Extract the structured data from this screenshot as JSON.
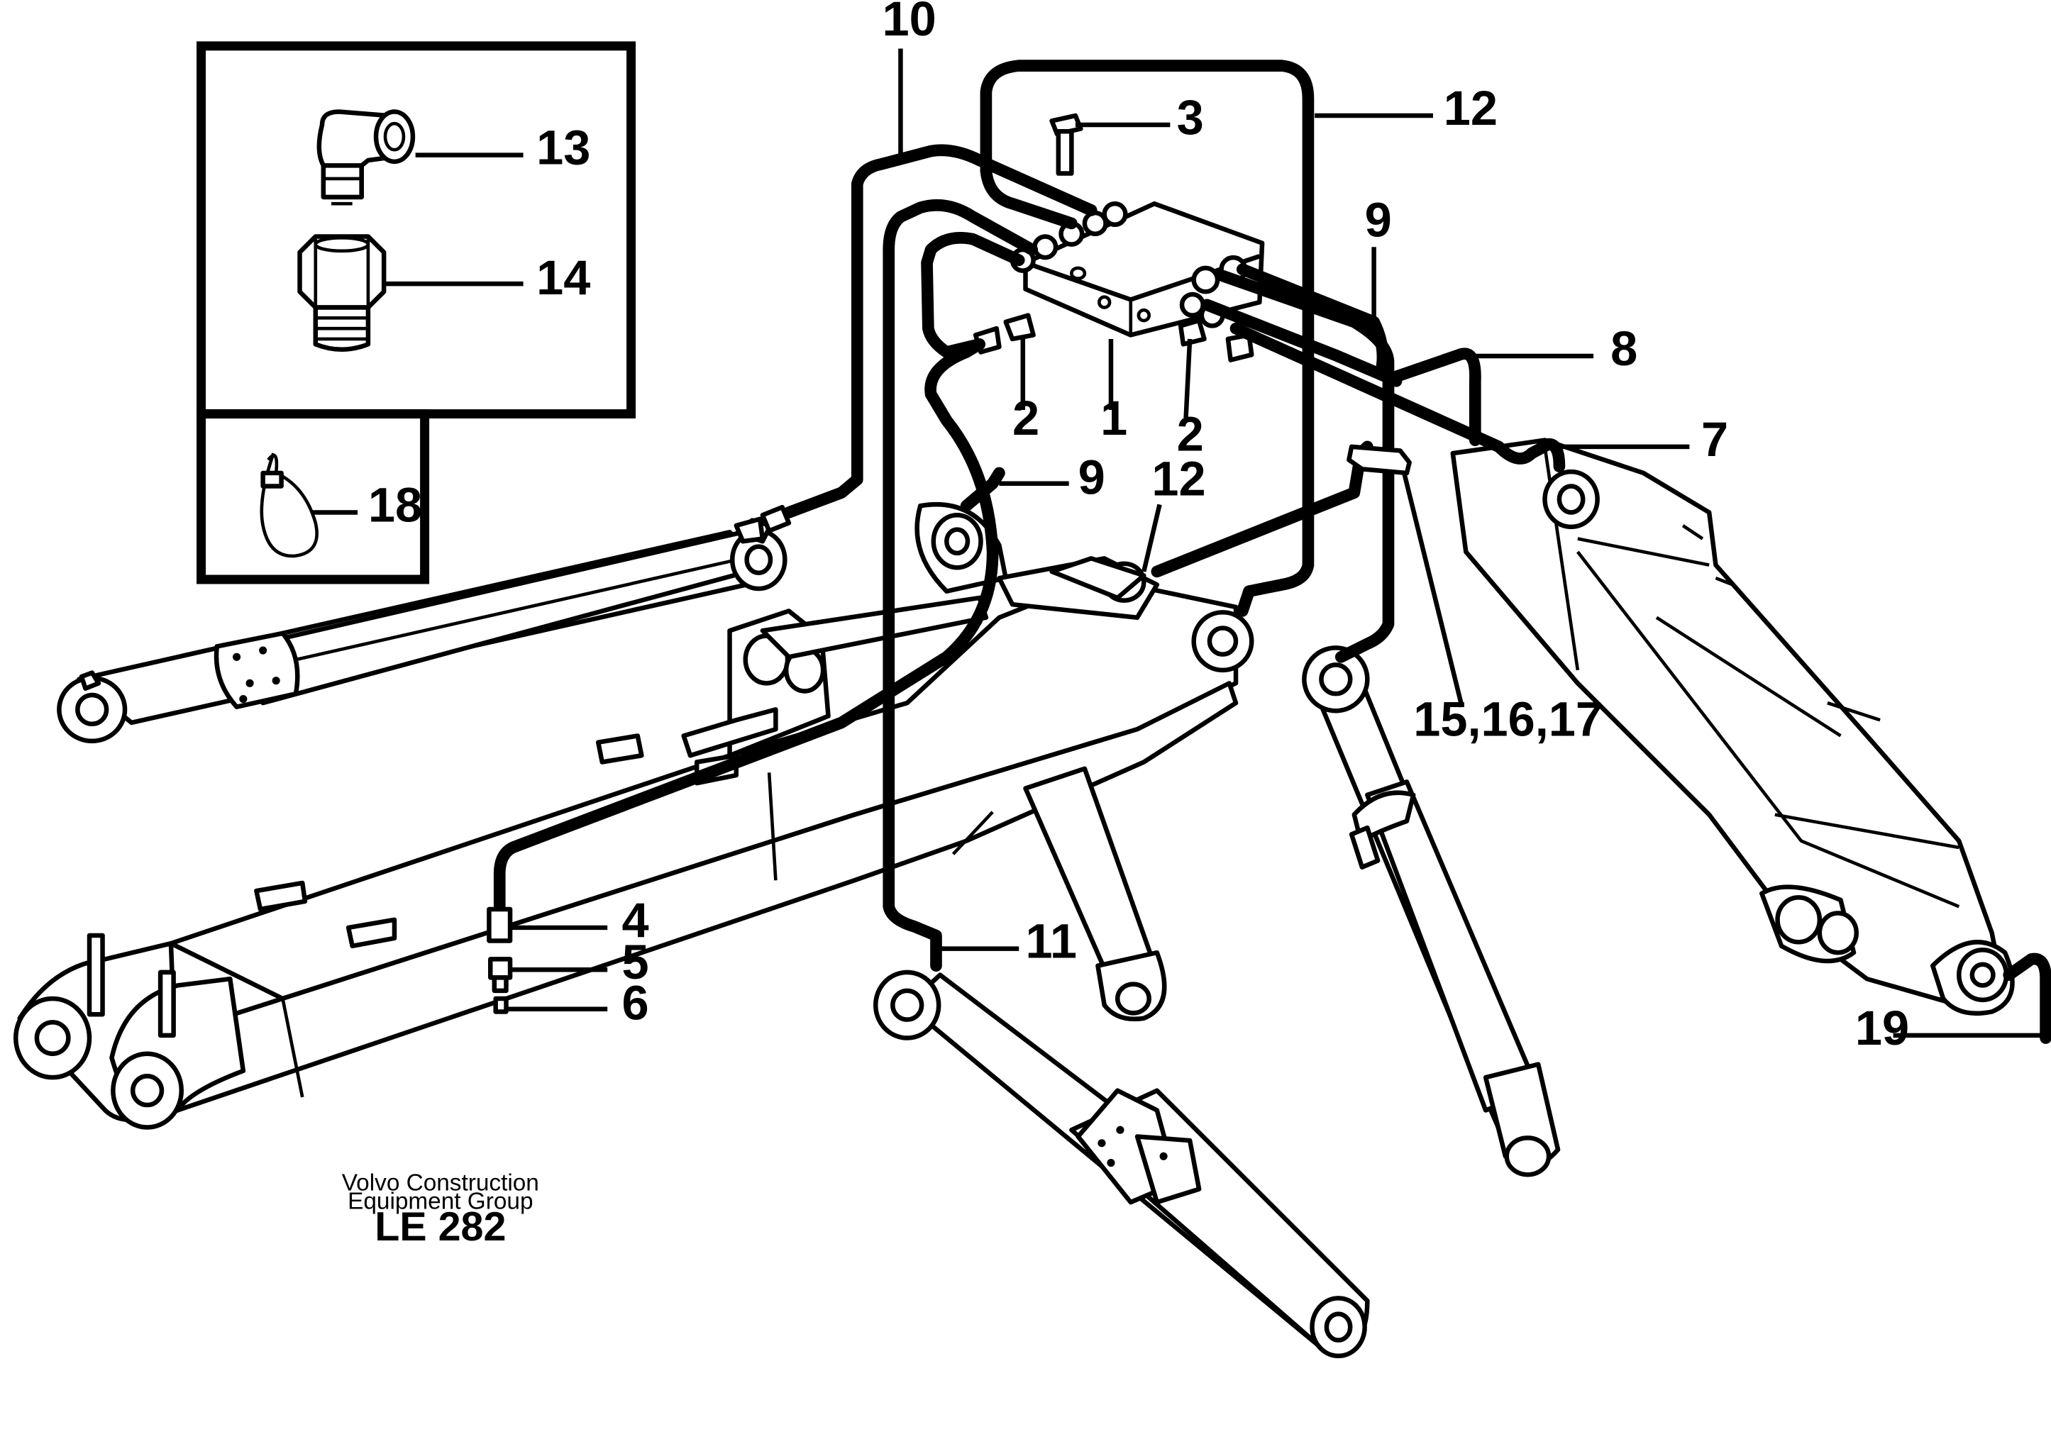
{
  "diagram": {
    "callouts": {
      "c1": "1",
      "c2a": "2",
      "c2b": "2",
      "c3": "3",
      "c4": "4",
      "c5": "5",
      "c6": "6",
      "c7": "7",
      "c8": "8",
      "c9a": "9",
      "c9b": "9",
      "c10": "10",
      "c11": "11",
      "c12a": "12",
      "c12b": "12",
      "c13": "13",
      "c14": "14",
      "c15": "15,16,17",
      "c18": "18",
      "c19": "19"
    },
    "credit": {
      "line1": "Volvo Construction",
      "line2": "Equipment Group",
      "code": "LE 282"
    },
    "insets": [
      "elbow-fitting-and-nut",
      "cable-tie"
    ]
  }
}
